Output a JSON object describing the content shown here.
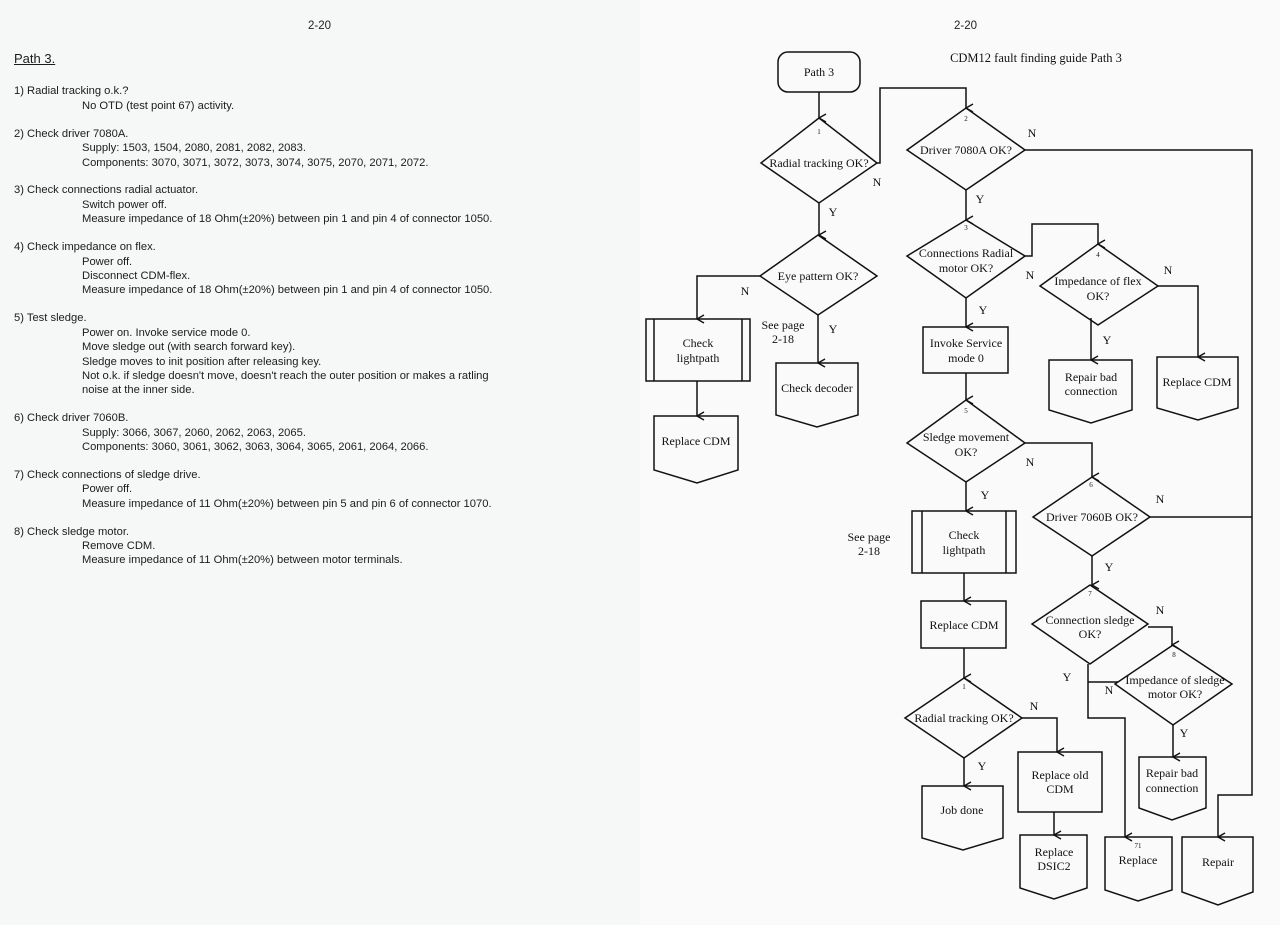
{
  "left_page": {
    "page_number": "2-20",
    "heading": "Path 3.",
    "steps": [
      {
        "title": "1) Radial tracking o.k.?",
        "lines": [
          "No OTD (test point 67) activity."
        ]
      },
      {
        "title": "2) Check driver 7080A.",
        "lines": [
          "Supply: 1503, 1504, 2080, 2081, 2082, 2083.",
          "Components: 3070, 3071, 3072, 3073, 3074, 3075, 2070, 2071, 2072."
        ]
      },
      {
        "title": "3) Check connections radial actuator.",
        "lines": [
          "Switch power off.",
          "Measure impedance of 18 Ohm(±20%) between pin 1 and pin 4 of connector 1050."
        ]
      },
      {
        "title": "4) Check impedance on flex.",
        "lines": [
          "Power off.",
          "Disconnect CDM-flex.",
          "Measure impedance of 18 Ohm(±20%) between pin 1 and pin 4 of connector 1050."
        ]
      },
      {
        "title": "5) Test sledge.",
        "lines": [
          "Power on. Invoke service mode 0.",
          "Move sledge out (with search forward key).",
          "Sledge moves to init position after releasing key.",
          "Not o.k. if sledge doesn't move, doesn't reach the outer position or makes a ratling",
          "noise at the inner side."
        ]
      },
      {
        "title": "6) Check driver 7060B.",
        "lines": [
          "Supply: 3066, 3067, 2060, 2062, 2063, 2065.",
          "Components: 3060, 3061, 3062, 3063, 3064, 3065, 2061, 2064, 2066."
        ]
      },
      {
        "title": "7) Check connections of sledge drive.",
        "lines": [
          "Power off.",
          "Measure impedance of 11 Ohm(±20%) between pin 5 and pin 6 of connector 1070."
        ]
      },
      {
        "title": "8) Check sledge motor.",
        "lines": [
          "Remove CDM.",
          "Measure impedance of 11 Ohm(±20%) between motor terminals."
        ]
      }
    ]
  },
  "right_page": {
    "page_number": "2-20",
    "title": "CDM12 fault finding guide Path 3",
    "flowchart": {
      "start": {
        "lines": [
          "Path 3"
        ]
      },
      "d1": {
        "number": "1",
        "lines": [
          "Radial tracking OK?"
        ]
      },
      "d2": {
        "number": "2",
        "lines": [
          "Driver 7080A OK?"
        ]
      },
      "eye": {
        "lines": [
          "Eye pattern OK?"
        ]
      },
      "check_lightpath_a": {
        "lines": [
          "Check",
          "lightpath"
        ]
      },
      "replace_cdm_a": {
        "lines": [
          "Replace CDM"
        ]
      },
      "see_page_a": {
        "lines": [
          "See page",
          "2-18"
        ]
      },
      "check_decoder": {
        "lines": [
          "Check decoder"
        ]
      },
      "d3": {
        "number": "3",
        "lines": [
          "Connections Radial",
          "motor OK?"
        ]
      },
      "d4": {
        "number": "4",
        "lines": [
          "Impedance of flex",
          "OK?"
        ]
      },
      "repair_bad_conn_a": {
        "lines": [
          "Repair bad",
          "connection"
        ]
      },
      "replace_cdm_b": {
        "lines": [
          "Replace CDM"
        ]
      },
      "invoke_service": {
        "lines": [
          "Invoke Service",
          "mode 0"
        ]
      },
      "d5": {
        "number": "5",
        "lines": [
          "Sledge movement",
          "OK?"
        ]
      },
      "d6": {
        "number": "6",
        "lines": [
          "Driver 7060B OK?"
        ]
      },
      "see_page_b": {
        "lines": [
          "See page",
          "2-18"
        ]
      },
      "check_lightpath_b": {
        "lines": [
          "Check",
          "lightpath"
        ]
      },
      "replace_cdm_c": {
        "lines": [
          "Replace CDM"
        ]
      },
      "d1b": {
        "number": "1",
        "lines": [
          "Radial tracking OK?"
        ]
      },
      "replace_old_cdm": {
        "lines": [
          "Replace old",
          "CDM"
        ]
      },
      "replace_dsic2": {
        "lines": [
          "Replace",
          "DSIC2"
        ]
      },
      "job_done": {
        "lines": [
          "Job done"
        ]
      },
      "d7": {
        "number": "7",
        "lines": [
          "Connection sledge",
          "OK?"
        ]
      },
      "d8": {
        "number": "8",
        "lines": [
          "Impedance of sledge",
          "motor OK?"
        ]
      },
      "repair_bad_conn_b": {
        "lines": [
          "Repair bad",
          "connection"
        ]
      },
      "replace_71": {
        "number": "71",
        "lines": [
          "Replace"
        ]
      },
      "repair": {
        "lines": [
          "Repair"
        ]
      },
      "yes": "Y",
      "no": "N"
    }
  }
}
